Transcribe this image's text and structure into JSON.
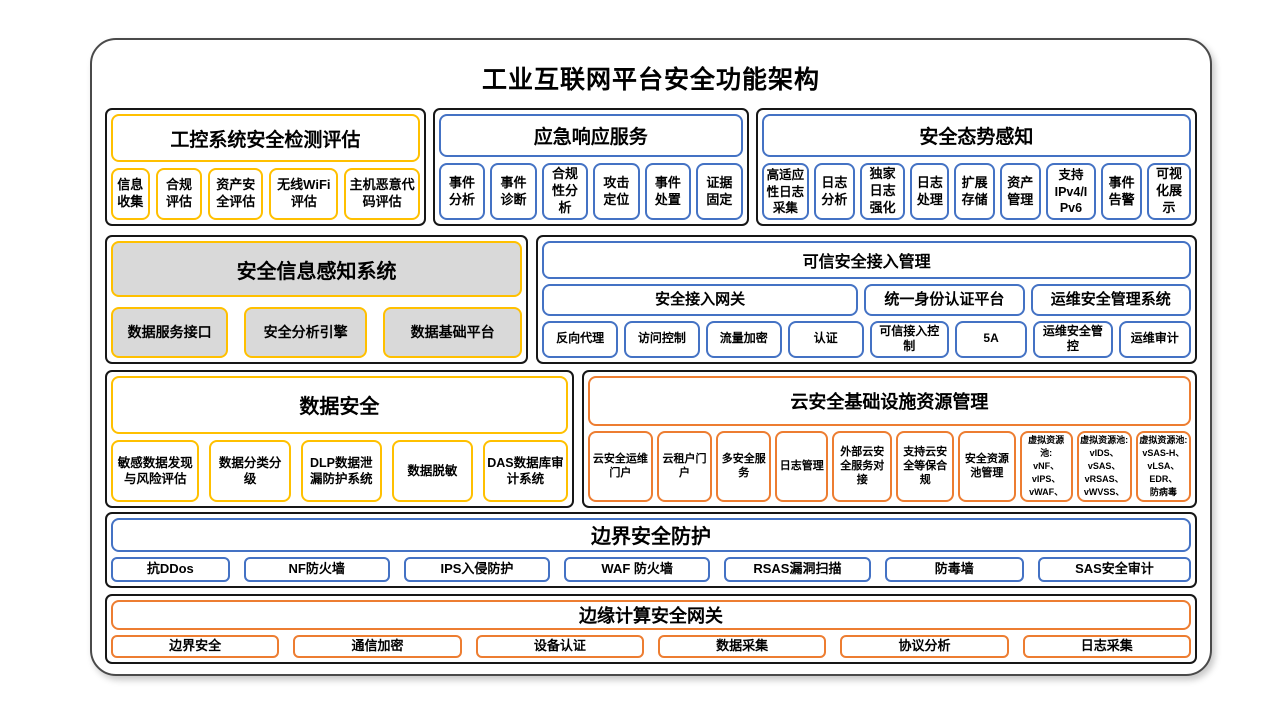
{
  "title": "工业互联网平台安全功能架构",
  "colors": {
    "gold_border": "#FFC000",
    "blue_border": "#4472C4",
    "orange_border": "#ED7D31",
    "gray_fill": "#D9D9D9",
    "section_outline": "#161616"
  },
  "sections": {
    "ics_assessment": {
      "title": "工控系统安全检测评估",
      "items": [
        "信息收集",
        "合规评估",
        "资产安全评估",
        "无线WiFi评估",
        "主机恶意代码评估"
      ]
    },
    "emergency_response": {
      "title": "应急响应服务",
      "items": [
        "事件分析",
        "事件诊断",
        "合规性分析",
        "攻击定位",
        "事件处置",
        "证据固定"
      ]
    },
    "situation_awareness": {
      "title": "安全态势感知",
      "items": [
        "高适应性日志采集",
        "日志分析",
        "独家日志强化",
        "日志处理",
        "扩展存储",
        "资产管理",
        "支持\nIPv4/I\nPv6",
        "事件告警",
        "可视化展示"
      ]
    },
    "info_perception": {
      "title": "安全信息感知系统",
      "items": [
        "数据服务接口",
        "安全分析引擎",
        "数据基础平台"
      ]
    },
    "trusted_access": {
      "title": "可信安全接入管理",
      "mid_items": [
        "安全接入网关",
        "统一身份认证平台",
        "运维安全管理系统"
      ],
      "items": [
        "反向代理",
        "访问控制",
        "流量加密",
        "认证",
        "可信接入控制",
        "5A",
        "运维安全管控",
        "运维审计"
      ]
    },
    "data_security": {
      "title": "数据安全",
      "items": [
        "敏感数据发现与风险评估",
        "数据分类分级",
        "DLP数据泄漏防护系统",
        "数据脱敏",
        "DAS数据库审计系统"
      ]
    },
    "cloud_security": {
      "title": "云安全基础设施资源管理",
      "items": [
        "云安全运维门户",
        "云租户门户",
        "多安全服务",
        "日志管理",
        "外部云安全服务对接",
        "支持云安全等保合规",
        "安全资源池管理",
        "虚拟资源池:\nvNF、\nvIPS、\nvWAF、",
        "虚拟资源池:\nvIDS、vSAS、\nvRSAS、\nvWVSS、",
        "虚拟资源池:\nvSAS-H、\nvLSA、EDR、\n防病毒"
      ]
    },
    "border_protection": {
      "title": "边界安全防护",
      "items": [
        "抗DDos",
        "NF防火墙",
        "IPS入侵防护",
        "WAF 防火墙",
        "RSAS漏洞扫描",
        "防毒墙",
        "SAS安全审计"
      ]
    },
    "edge_gateway": {
      "title": "边缘计算安全网关",
      "items": [
        "边界安全",
        "通信加密",
        "设备认证",
        "数据采集",
        "协议分析",
        "日志采集"
      ]
    }
  }
}
